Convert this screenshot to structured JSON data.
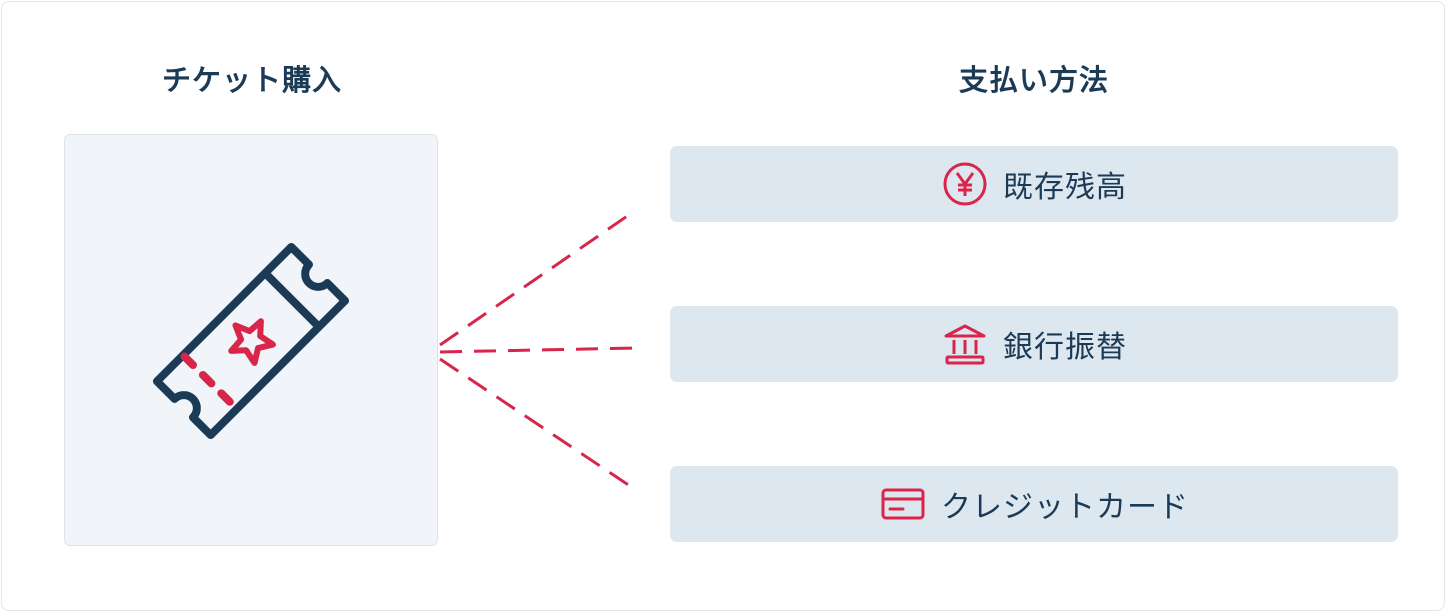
{
  "left_panel": {
    "title": "チケット購入",
    "icon": "ticket-icon"
  },
  "right_panel": {
    "title": "支払い方法"
  },
  "payment_methods": [
    {
      "label": "既存残高",
      "icon": "yen-coin-icon"
    },
    {
      "label": "銀行振替",
      "icon": "bank-icon"
    },
    {
      "label": "クレジットカード",
      "icon": "credit-card-icon"
    }
  ],
  "colors": {
    "navy": "#1b3a55",
    "accent": "#d9254a",
    "card_bg": "#f1f5f9",
    "option_bg": "#dde7f0"
  }
}
